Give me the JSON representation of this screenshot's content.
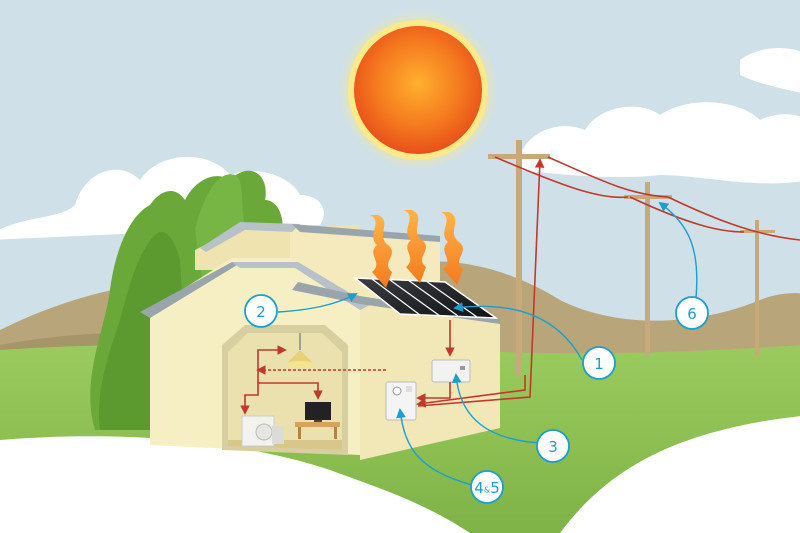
{
  "callouts": [
    {
      "id": "1",
      "label": "1"
    },
    {
      "id": "2",
      "label": "2"
    },
    {
      "id": "3",
      "label": "3"
    },
    {
      "id": "45",
      "label_main": "4",
      "label_amp": "&",
      "label_end": "5"
    },
    {
      "id": "6",
      "label": "6"
    }
  ],
  "icons": {
    "sun": "sun-icon",
    "heat_waves": "heat-wave-icon",
    "solar_panel": "solar-panel-icon",
    "inverter": "inverter-icon",
    "meter": "meter-icon",
    "lamp": "lamp-icon",
    "tv": "tv-icon",
    "washer": "washing-machine-icon",
    "utility_pole": "utility-pole-icon"
  },
  "colors": {
    "sky": "#cfe0e8",
    "sun_core": "#f26a1b",
    "sun_glow": "#fbe98a",
    "flow_arrow": "#c0392b",
    "callout": "#1a9fcf",
    "house_wall": "#f7efc4",
    "grass": "#8cc152",
    "hills": "#b8a67a"
  }
}
